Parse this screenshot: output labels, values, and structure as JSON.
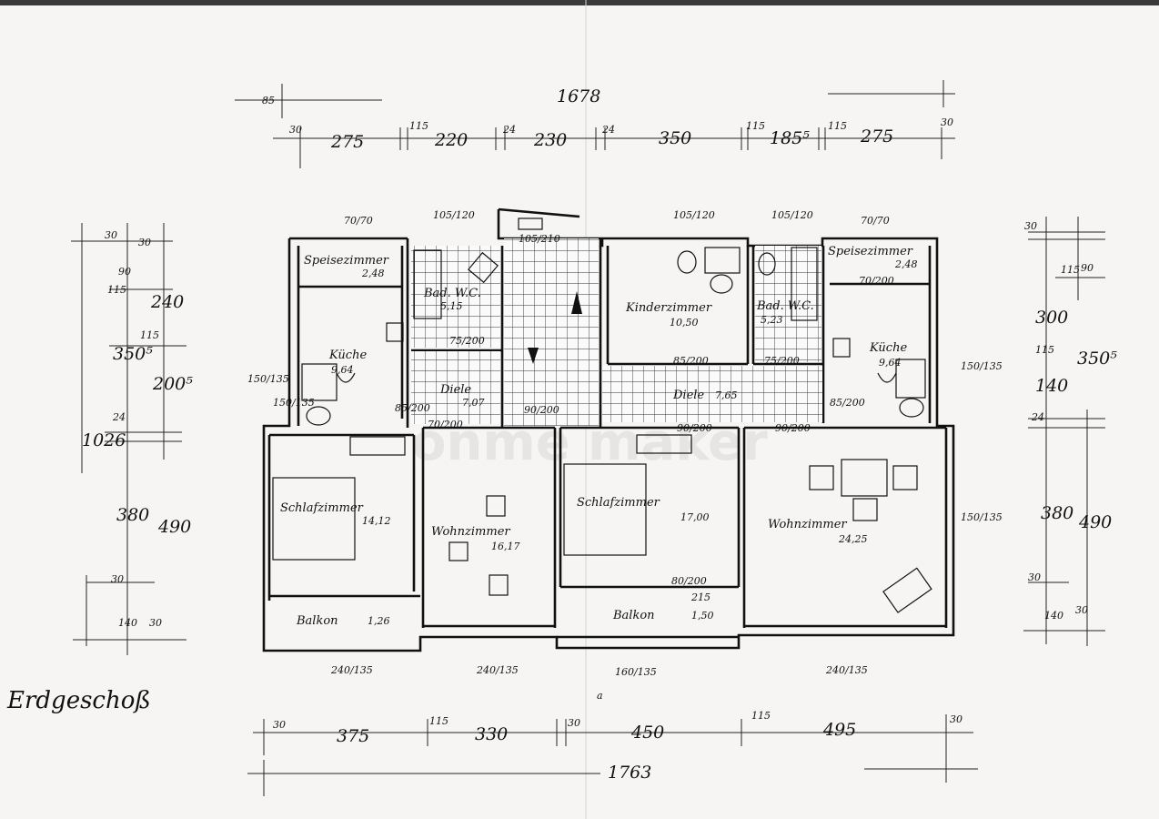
{
  "title": "Erdgeschoß",
  "overall_top": "1678",
  "overall_bottom": "1763",
  "overall_left": "1026",
  "watermark": "onme maker",
  "top_dims": [
    "30",
    "275",
    "115",
    "220",
    "24",
    "230",
    "24",
    "350",
    "115",
    "185⁵",
    "115",
    "275",
    "30"
  ],
  "top_left_mark": "85",
  "bottom_dims": [
    "30",
    "375",
    "115",
    "330",
    "30",
    "450",
    "115",
    "495",
    "30"
  ],
  "left_dims": [
    "30",
    "90",
    "30",
    "115",
    "240",
    "350⁵",
    "115",
    "200⁵",
    "24",
    "380",
    "490",
    "30",
    "140",
    "30"
  ],
  "right_dims": [
    "30",
    "90",
    "115",
    "300",
    "350⁵",
    "115",
    "140",
    "24",
    "380",
    "490",
    "30",
    "140",
    "30"
  ],
  "openings_top": [
    "70/70",
    "105/120",
    "105/120",
    "105/120",
    "70/70"
  ],
  "openings_bottom": [
    "240/135",
    "240/135",
    "160/135",
    "240/135"
  ],
  "side_openings": [
    "150/135",
    "150/135",
    "150/135",
    "150/135"
  ],
  "stair_dim": "105/210",
  "rooms": [
    {
      "name": "Speisezimmer",
      "area": "2,48"
    },
    {
      "name": "Bad. W.C.",
      "area": "5,15"
    },
    {
      "name": "Kinderzimmer",
      "area": "10,50"
    },
    {
      "name": "Bad. W.C.",
      "area": "5,23"
    },
    {
      "name": "Speisezimmer",
      "area": "2,48"
    },
    {
      "name": "Küche",
      "area": "9,64"
    },
    {
      "name": "Küche",
      "area": "9,64"
    },
    {
      "name": "Diele",
      "area": "7,07"
    },
    {
      "name": "Diele",
      "area": "7,65"
    },
    {
      "name": "Schlafzimmer",
      "area": "14,12"
    },
    {
      "name": "Wohnzimmer",
      "area": "16,17"
    },
    {
      "name": "Schlafzimmer",
      "area": "17,00"
    },
    {
      "name": "Wohnzimmer",
      "area": "24,25"
    },
    {
      "name": "Balkon",
      "area": "1,26"
    },
    {
      "name": "Balkon",
      "area": "1,50"
    }
  ],
  "door_dims": [
    "75/200",
    "85/200",
    "75/200",
    "70/200",
    "70/200",
    "85/200",
    "85/200",
    "90/200",
    "90/200",
    "90/200",
    "80/200",
    "215"
  ],
  "section_mark": "a"
}
